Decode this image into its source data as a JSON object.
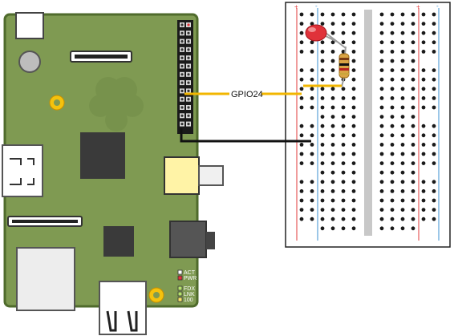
{
  "diagram": {
    "wire_label": "GPIO24",
    "status_leds": [
      "ACT",
      "PWR",
      "FDX",
      "LNK",
      "100"
    ],
    "breadboard": {
      "rail_plus": "+",
      "rail_minus": "-"
    },
    "colors": {
      "board_green": "#7f9a52",
      "board_edge": "#4f6b2c",
      "signal_wire": "#f2b600",
      "ground_wire": "#111111",
      "led_red": "#e0323a",
      "resistor": "#d9a444",
      "rail_red": "#e23a3a",
      "rail_blue": "#3a8fd0"
    }
  }
}
